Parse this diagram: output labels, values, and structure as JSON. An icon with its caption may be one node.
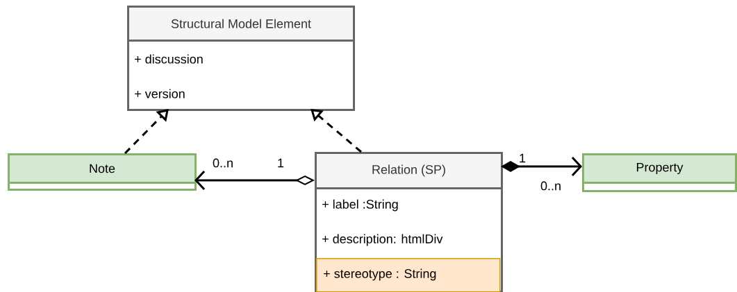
{
  "diagram": {
    "nodes": [
      {
        "text": [
          "Structural Model Element",
          "+ discussion",
          "+ version"
        ]
      },
      {
        "text": [
          "Note"
        ]
      },
      {
        "text": [
          "Relation (SP)",
          "+ label :String",
          "+ description: htmlDiv"
        ]
      },
      {
        "text": [
          "+ stereotype : String"
        ],
        "in": 2
      },
      {
        "text": [
          "Property"
        ]
      }
    ],
    "edges": [
      {
        "from": 1,
        "to": 0,
        "arrow": "to",
        "style": "dashed"
      },
      {
        "from": 2,
        "to": 0,
        "arrow": "to",
        "style": "dashed"
      },
      {
        "from": 2,
        "to": 1,
        "arrow": "to"
      },
      {
        "from": 2,
        "to": 4,
        "arrow": "to"
      }
    ],
    "labels": [
      "0..n",
      "1",
      "1",
      "0..n"
    ]
  }
}
